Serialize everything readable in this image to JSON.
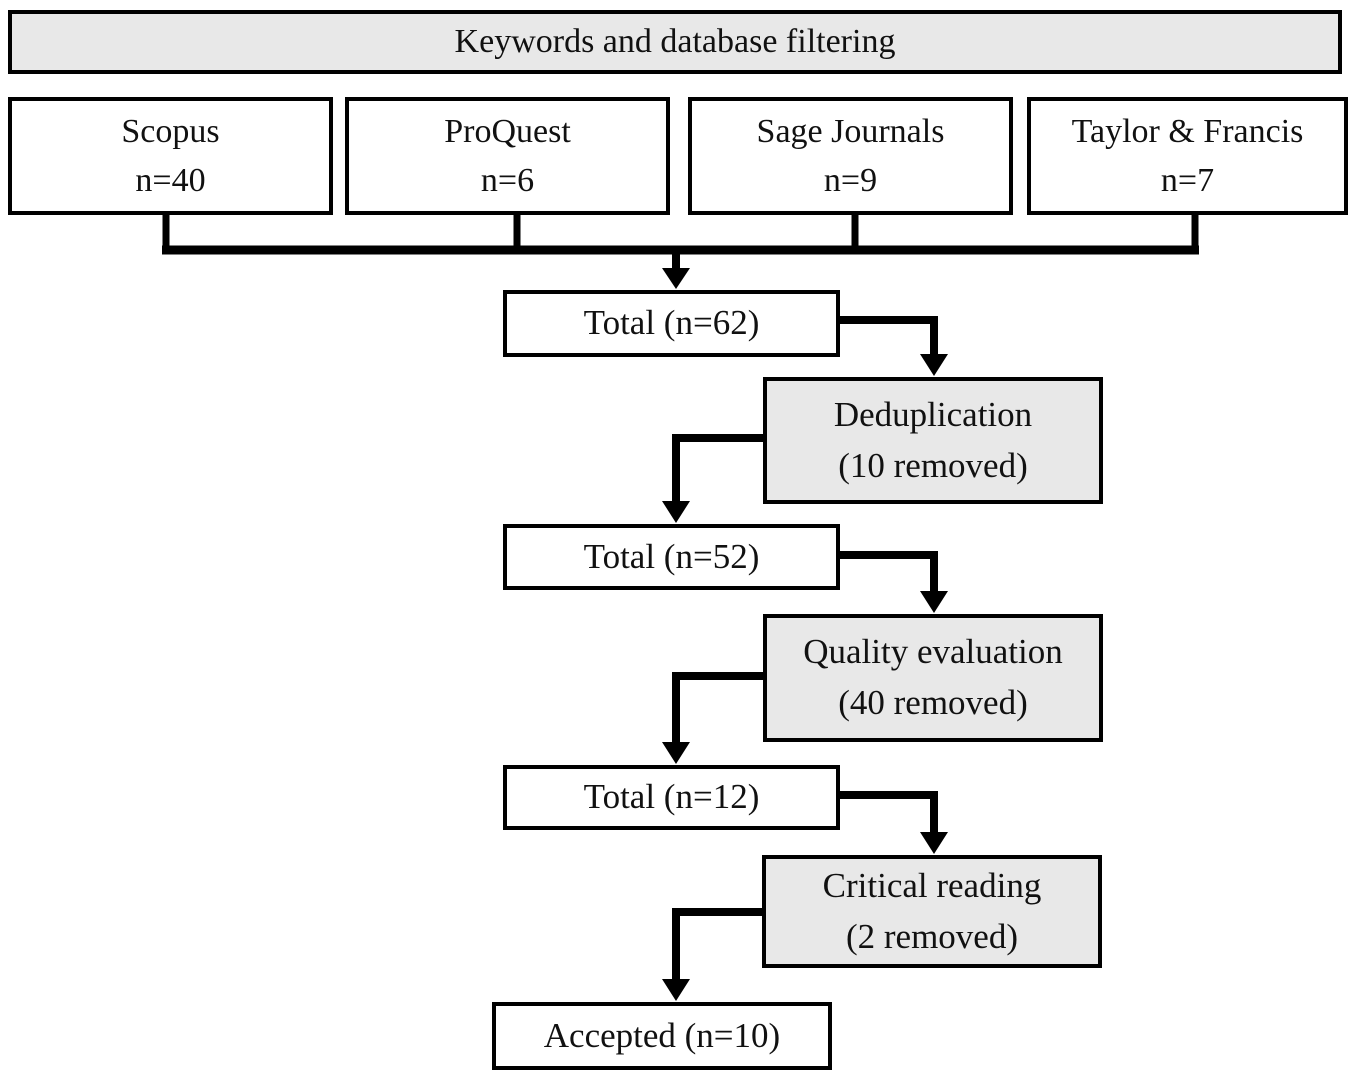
{
  "diagram": {
    "header": {
      "label": "Keywords and database filtering"
    },
    "sources": [
      {
        "name": "Scopus",
        "count": "n=40"
      },
      {
        "name": "ProQuest",
        "count": "n=6"
      },
      {
        "name": "Sage Journals",
        "count": "n=9"
      },
      {
        "name": "Taylor & Francis",
        "count": "n=7"
      }
    ],
    "totals": [
      {
        "label": "Total (n=62)"
      },
      {
        "label": "Total (n=52)"
      },
      {
        "label": "Total (n=12)"
      }
    ],
    "stages": [
      {
        "name": "Deduplication",
        "note": "(10 removed)"
      },
      {
        "name": "Quality evaluation",
        "note": "(40 removed)"
      },
      {
        "name": "Critical reading",
        "note": "(2 removed)"
      }
    ],
    "accepted": {
      "label": "Accepted (n=10)"
    }
  },
  "colors": {
    "page_bg": "#ffffff",
    "border_color": "#000000",
    "line_color": "#000000",
    "gray_fill": "#e8e8e8",
    "white_fill": "#ffffff",
    "text_color": "#111111"
  }
}
